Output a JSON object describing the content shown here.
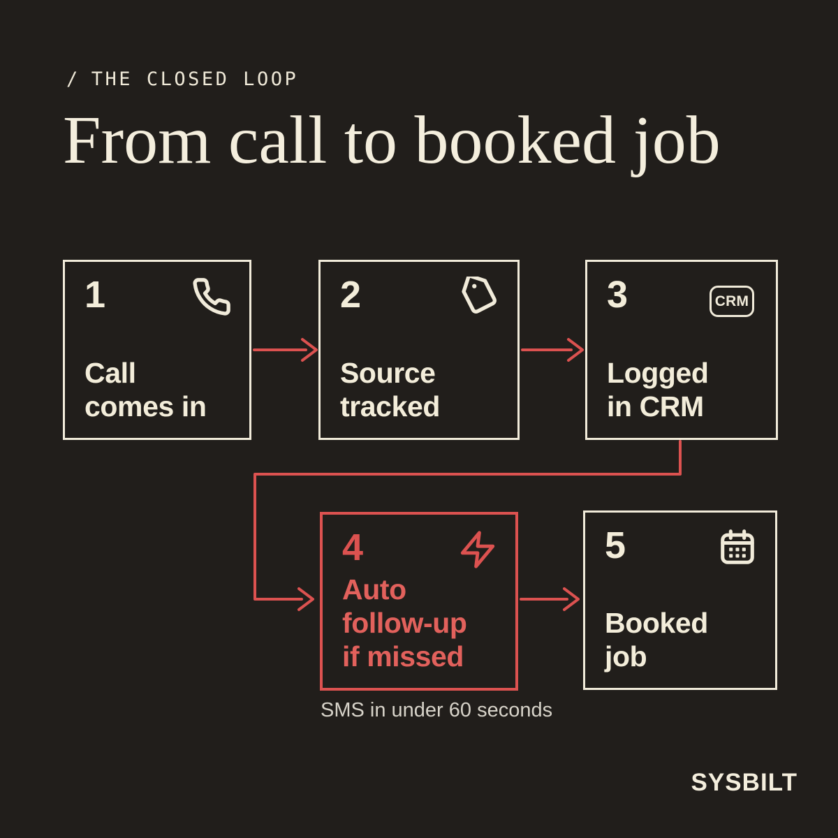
{
  "theme": {
    "background": "#211e1b",
    "cream": "#f3edda",
    "accent_red": "#dc5250",
    "accent_red_text": "#e2615c",
    "muted_text": "#d7d3c9"
  },
  "header": {
    "eyebrow_slash": "/",
    "eyebrow_text": "THE CLOSED LOOP",
    "title": "From call to booked job"
  },
  "flow": {
    "steps": [
      {
        "number": "1",
        "icon": "phone-icon",
        "label": "Call\ncomes in"
      },
      {
        "number": "2",
        "icon": "tag-icon",
        "label": "Source\ntracked"
      },
      {
        "number": "3",
        "icon": "crm-badge-icon",
        "badge_text": "CRM",
        "label": "Logged\nin CRM"
      },
      {
        "number": "4",
        "icon": "lightning-icon",
        "label": "Auto\nfollow-up\nif missed",
        "highlighted": true
      },
      {
        "number": "5",
        "icon": "calendar-icon",
        "label": "Booked\njob"
      }
    ],
    "caption": "SMS in under 60 seconds"
  },
  "footer": {
    "brand": "SYSBILT"
  }
}
